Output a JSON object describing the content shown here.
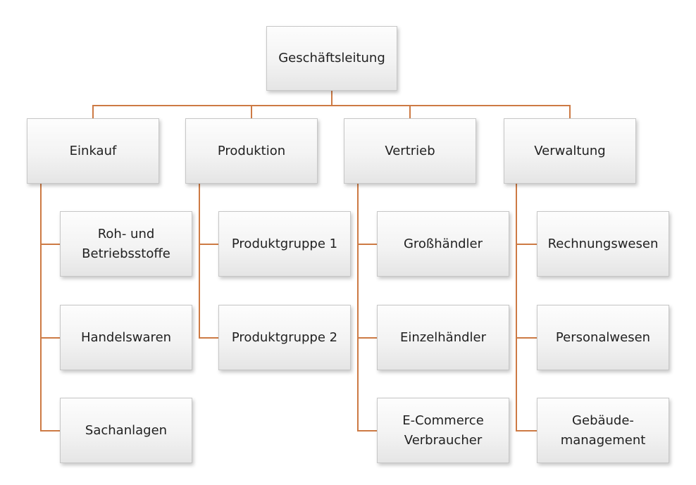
{
  "diagram": {
    "type": "org-chart",
    "root": {
      "label": "Geschäftsleitung"
    },
    "level2": [
      {
        "label": "Einkauf",
        "children": [
          "Roh- und Betriebsstoffe",
          "Handelswaren",
          "Sachanlagen"
        ]
      },
      {
        "label": "Produktion",
        "children": [
          "Produktgruppe 1",
          "Produktgruppe 2"
        ]
      },
      {
        "label": "Vertrieb",
        "children": [
          "Großhändler",
          "Einzelhändler",
          "E-Commerce Verbraucher"
        ]
      },
      {
        "label": "Verwaltung",
        "children": [
          "Rechnungswesen",
          "Personalwesen",
          "Gebäude-management"
        ]
      }
    ]
  },
  "colors": {
    "connector": "#cd7a44",
    "boxBorderColor": "#c7c7c7",
    "boxFillTop": "#fdfdfd",
    "boxFillBottom": "#e5e5e5",
    "textColor": "#212121",
    "background": "#ffffff"
  }
}
